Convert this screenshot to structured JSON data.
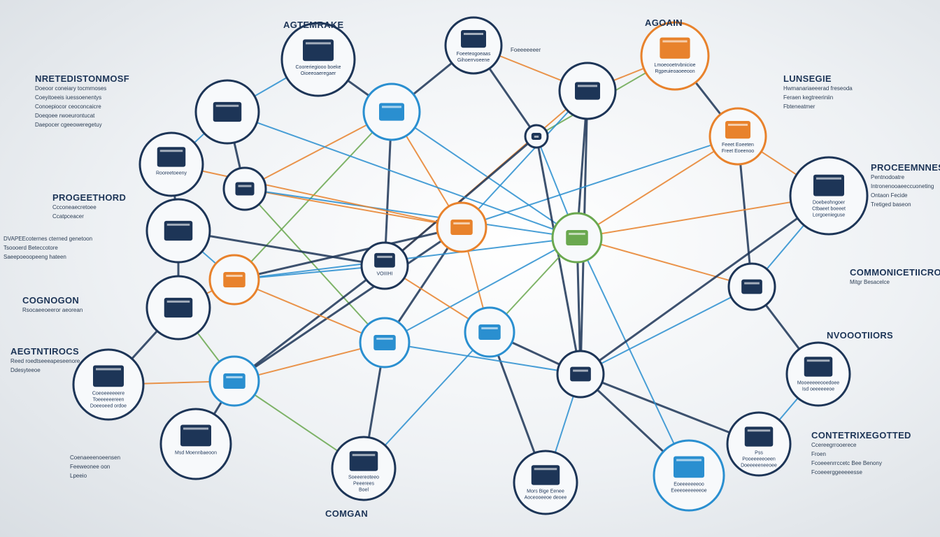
{
  "colors": {
    "navy": "#1d3557",
    "blue": "#2a8fd0",
    "orange": "#e8822c",
    "green": "#6aa84f",
    "light": "#f7f9fb"
  },
  "labels": [
    {
      "id": "agtemrake",
      "head": "AGTEMRAKE",
      "lines": []
    },
    {
      "id": "agoain",
      "head": "AGOAIN",
      "lines": []
    },
    {
      "id": "nretedis",
      "head": "NRETEDISTONMOSF",
      "lines": [
        "Doeoor coneiary tocmrnoses",
        "Coeyitoeeis iuessoenentys",
        "Conoepiocor ceoconcaicre",
        "Doeqoee rwoeurontucat",
        "Daepocer cgeeoweregetuy"
      ]
    },
    {
      "id": "lunsegie",
      "head": "LUNSEGIE",
      "lines": [
        "Hwmanariaeeerad freseoda",
        "Feraen kegtreeriniin",
        "Fbteneatmer"
      ]
    },
    {
      "id": "procee",
      "head": "PROCEEMNNES",
      "lines": [
        "Pentnodoatre",
        "Intronenooaeeccuoneting",
        "Ontaon Fecide",
        "Tretiged baseon"
      ]
    },
    {
      "id": "progeet",
      "head": "PROGEETHORD",
      "lines": [
        "Ccconeaecretoee",
        "Ccatpceacer"
      ]
    },
    {
      "id": "dvane",
      "head": "",
      "lines": [
        "DVAPEEcoternes cterned genetoon",
        "Tsoooerd Beteccotore",
        "Saeepoeoopeeng hateen"
      ]
    },
    {
      "id": "commonic",
      "head": "COMMONICETIICRO",
      "lines": [
        "Mitgr Besacelce"
      ]
    },
    {
      "id": "cognogon",
      "head": "COGNOGON",
      "lines": [
        "Rsocaeeoeeror aeorean"
      ]
    },
    {
      "id": "aegtntir",
      "head": "AEGTNTIROCS",
      "lines": [
        "Reed roedtseeeapeseenore",
        "Ddesyteeoe"
      ]
    },
    {
      "id": "nvooot",
      "head": "NVOOOTIIORS",
      "lines": []
    },
    {
      "id": "contetrix",
      "head": "CONTETRIXEGOTTED",
      "lines": [
        "Ccereegrrooerece",
        "Froen",
        "Fcoeeenrrccetc Bee Benony",
        "Fcoeeerggeeeeesse"
      ]
    },
    {
      "id": "coenae",
      "head": "",
      "lines": [
        "Coenaeeenoeensen",
        "Feeweonee oon",
        "Lpeeio"
      ]
    },
    {
      "id": "comgan",
      "head": "COMGAN",
      "lines": []
    },
    {
      "id": "foeeeeer",
      "head": "",
      "lines": [
        "Foeeeeeeer"
      ]
    }
  ],
  "nodes": [
    {
      "id": "n1",
      "style": "navy",
      "text": [
        "Cooreriegiooo boeke",
        "Oioeeoaeregaer"
      ]
    },
    {
      "id": "n2",
      "style": "navy",
      "text": [
        "Foeeteogoeaas",
        "Gihoerrvoeene"
      ]
    },
    {
      "id": "n3",
      "style": "orange",
      "text": [
        "Lmoeooetrvbnicioe",
        "Rgpeuieoaoeeoon"
      ]
    },
    {
      "id": "n4",
      "style": "navy",
      "text": []
    },
    {
      "id": "n5",
      "style": "blue",
      "text": []
    },
    {
      "id": "n6",
      "style": "navy",
      "text": []
    },
    {
      "id": "n7",
      "style": "orange",
      "text": [
        "Feeet Eoeeten",
        "Freet Eoeenoo"
      ]
    },
    {
      "id": "n8",
      "style": "navy",
      "text": [
        "Rooreetoeeny"
      ]
    },
    {
      "id": "n9",
      "style": "navy",
      "text": []
    },
    {
      "id": "n10",
      "style": "navy",
      "text": []
    },
    {
      "id": "n11",
      "style": "navy",
      "text": [
        "Doebeohngoer",
        "Ctbaeet boeeet",
        "Lorgoenieguse"
      ]
    },
    {
      "id": "n12",
      "style": "navy",
      "text": []
    },
    {
      "id": "n13",
      "style": "orange",
      "text": []
    },
    {
      "id": "n14",
      "style": "green",
      "text": []
    },
    {
      "id": "n15",
      "style": "navy",
      "text": [
        "VOIIIHI"
      ]
    },
    {
      "id": "n16",
      "style": "orange",
      "text": []
    },
    {
      "id": "n17",
      "style": "navy",
      "text": []
    },
    {
      "id": "n18",
      "style": "navy",
      "text": []
    },
    {
      "id": "n19",
      "style": "blue",
      "text": []
    },
    {
      "id": "n20",
      "style": "blue",
      "text": []
    },
    {
      "id": "n21",
      "style": "navy",
      "text": []
    },
    {
      "id": "n22",
      "style": "navy",
      "text": [
        "Coeoeeeeeere",
        "Toeeeeeereen",
        "Doeeoeed ordoe"
      ]
    },
    {
      "id": "n23",
      "style": "blue",
      "text": []
    },
    {
      "id": "n24",
      "style": "navy",
      "text": [
        "Mooeeeeeooedoee",
        "Isd oeeeeeeoe"
      ]
    },
    {
      "id": "n25",
      "style": "navy",
      "text": [
        "Msd Moennbaeoon"
      ]
    },
    {
      "id": "n26",
      "style": "navy",
      "text": [
        "Soeeereoteeo",
        "Peeerees",
        "Boel"
      ]
    },
    {
      "id": "n27",
      "style": "navy",
      "text": [
        "Mors Bige Eenee",
        "Aoceooeeoe deoee"
      ]
    },
    {
      "id": "n28",
      "style": "blue",
      "text": [
        "Eoeeeeeeeoo",
        "Eeeeoeeeeeeoe"
      ]
    },
    {
      "id": "n29",
      "style": "navy",
      "text": [
        "Pss",
        "Pooeeeeeoeen",
        "Doeeeeeneeoee"
      ]
    }
  ],
  "edges": [
    [
      "n1",
      "n5",
      "navy"
    ],
    [
      "n1",
      "n4",
      "blue"
    ],
    [
      "n2",
      "n5",
      "navy"
    ],
    [
      "n2",
      "n6",
      "orange"
    ],
    [
      "n2",
      "n10",
      "navy"
    ],
    [
      "n3",
      "n10",
      "green"
    ],
    [
      "n3",
      "n6",
      "orange"
    ],
    [
      "n3",
      "n7",
      "navy"
    ],
    [
      "n4",
      "n9",
      "navy"
    ],
    [
      "n4",
      "n8",
      "blue"
    ],
    [
      "n5",
      "n13",
      "orange"
    ],
    [
      "n5",
      "n14",
      "blue"
    ],
    [
      "n5",
      "n15",
      "navy"
    ],
    [
      "n5",
      "n9",
      "orange"
    ],
    [
      "n5",
      "n16",
      "green"
    ],
    [
      "n6",
      "n13",
      "blue"
    ],
    [
      "n6",
      "n14",
      "navy"
    ],
    [
      "n6",
      "n15",
      "orange"
    ],
    [
      "n6",
      "n21",
      "navy"
    ],
    [
      "n7",
      "n14",
      "orange"
    ],
    [
      "n7",
      "n11",
      "orange"
    ],
    [
      "n7",
      "n17",
      "navy"
    ],
    [
      "n7",
      "n13",
      "blue"
    ],
    [
      "n8",
      "n12",
      "navy"
    ],
    [
      "n9",
      "n13",
      "orange"
    ],
    [
      "n9",
      "n14",
      "blue"
    ],
    [
      "n9",
      "n20",
      "green"
    ],
    [
      "n10",
      "n15",
      "navy"
    ],
    [
      "n10",
      "n14",
      "blue"
    ],
    [
      "n10",
      "n21",
      "navy"
    ],
    [
      "n11",
      "n14",
      "orange"
    ],
    [
      "n11",
      "n17",
      "blue"
    ],
    [
      "n12",
      "n16",
      "blue"
    ],
    [
      "n12",
      "n18",
      "navy"
    ],
    [
      "n13",
      "n20",
      "navy"
    ],
    [
      "n13",
      "n19",
      "orange"
    ],
    [
      "n13",
      "n23",
      "navy"
    ],
    [
      "n13",
      "n16",
      "navy"
    ],
    [
      "n14",
      "n19",
      "green"
    ],
    [
      "n14",
      "n20",
      "blue"
    ],
    [
      "n14",
      "n21",
      "navy"
    ],
    [
      "n14",
      "n17",
      "orange"
    ],
    [
      "n14",
      "n16",
      "blue"
    ],
    [
      "n15",
      "n19",
      "orange"
    ],
    [
      "n15",
      "n23",
      "navy"
    ],
    [
      "n15",
      "n16",
      "blue"
    ],
    [
      "n16",
      "n18",
      "orange"
    ],
    [
      "n16",
      "n20",
      "orange"
    ],
    [
      "n17",
      "n21",
      "blue"
    ],
    [
      "n17",
      "n24",
      "navy"
    ],
    [
      "n18",
      "n22",
      "navy"
    ],
    [
      "n18",
      "n23",
      "green"
    ],
    [
      "n19",
      "n21",
      "navy"
    ],
    [
      "n19",
      "n26",
      "blue"
    ],
    [
      "n19",
      "n27",
      "navy"
    ],
    [
      "n20",
      "n26",
      "navy"
    ],
    [
      "n20",
      "n21",
      "blue"
    ],
    [
      "n20",
      "n23",
      "orange"
    ],
    [
      "n21",
      "n28",
      "navy"
    ],
    [
      "n21",
      "n27",
      "blue"
    ],
    [
      "n21",
      "n29",
      "navy"
    ],
    [
      "n23",
      "n25",
      "navy"
    ],
    [
      "n23",
      "n26",
      "green"
    ],
    [
      "n22",
      "n23",
      "orange"
    ],
    [
      "n24",
      "n29",
      "blue"
    ],
    [
      "n14",
      "n28",
      "blue"
    ],
    [
      "n11",
      "n21",
      "navy"
    ],
    [
      "n8",
      "n13",
      "orange"
    ],
    [
      "n4",
      "n14",
      "blue"
    ],
    [
      "n12",
      "n15",
      "navy"
    ]
  ]
}
